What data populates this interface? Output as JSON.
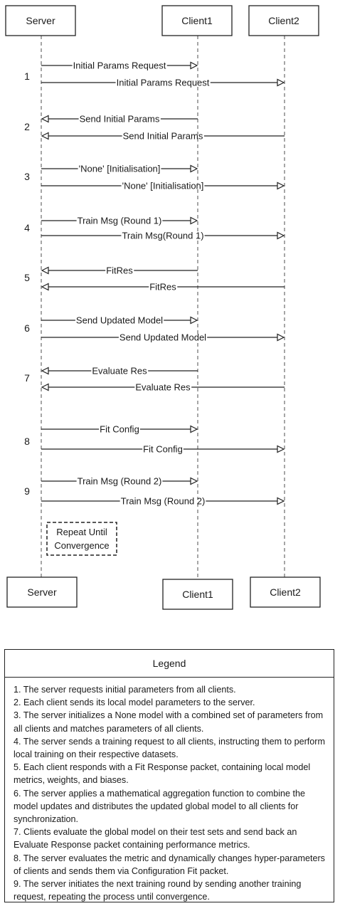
{
  "participants": [
    {
      "id": "server",
      "label": "Server"
    },
    {
      "id": "client1",
      "label": "Client1"
    },
    {
      "id": "client2",
      "label": "Client2"
    }
  ],
  "steps": [
    {
      "number": "1",
      "messages": [
        {
          "label": "Initial Params Request",
          "from": "server",
          "to": "client1"
        },
        {
          "label": "Initial Params Request",
          "from": "server",
          "to": "client2"
        }
      ]
    },
    {
      "number": "2",
      "messages": [
        {
          "label": "Send Initial Params",
          "from": "client1",
          "to": "server"
        },
        {
          "label": "Send Initial Params",
          "from": "client2",
          "to": "server"
        }
      ]
    },
    {
      "number": "3",
      "messages": [
        {
          "label": "'None' [Initialisation]",
          "from": "server",
          "to": "client1"
        },
        {
          "label": "'None' [Initialisation]",
          "from": "server",
          "to": "client2"
        }
      ]
    },
    {
      "number": "4",
      "messages": [
        {
          "label": "Train Msg (Round 1)",
          "from": "server",
          "to": "client1"
        },
        {
          "label": "Train Msg(Round 1)",
          "from": "server",
          "to": "client2"
        }
      ]
    },
    {
      "number": "5",
      "messages": [
        {
          "label": "FitRes",
          "from": "client1",
          "to": "server"
        },
        {
          "label": "FitRes",
          "from": "client2",
          "to": "server"
        }
      ]
    },
    {
      "number": "6",
      "messages": [
        {
          "label": "Send Updated Model",
          "from": "server",
          "to": "client1"
        },
        {
          "label": "Send Updated Model",
          "from": "server",
          "to": "client2"
        }
      ]
    },
    {
      "number": "7",
      "messages": [
        {
          "label": "Evaluate Res",
          "from": "client1",
          "to": "server"
        },
        {
          "label": "Evaluate Res",
          "from": "client2",
          "to": "server"
        }
      ]
    },
    {
      "number": "8",
      "messages": [
        {
          "label": "Fit Config",
          "from": "server",
          "to": "client1"
        },
        {
          "label": "Fit Config",
          "from": "server",
          "to": "client2"
        }
      ]
    },
    {
      "number": "9",
      "messages": [
        {
          "label": "Train Msg (Round 2)",
          "from": "server",
          "to": "client1"
        },
        {
          "label": "Train Msg (Round 2)",
          "from": "server",
          "to": "client2"
        }
      ]
    }
  ],
  "note": {
    "line1": "Repeat Until",
    "line2": "Convergence"
  },
  "legend": {
    "title": "Legend",
    "items": [
      "1. The server requests initial parameters from all clients.",
      "2. Each client sends its local model parameters to the server.",
      "3. The server initializes a None model with a combined set of parameters from all clients and matches parameters of all clients.",
      "4. The server sends a training request to all clients, instructing them to perform local training on their respective datasets.",
      "5. Each client responds with a Fit Response packet, containing local model metrics, weights, and biases.",
      "6. The server applies a mathematical aggregation function to combine the model updates and distributes the updated global model to all clients for synchronization.",
      "7. Clients evaluate the global model on their test sets and send back an Evaluate Response packet containing performance metrics.",
      "8. The server evaluates the metric and dynamically changes hyper-parameters of clients and sends them via Configuration Fit packet.",
      "9. The server initiates the next training round by sending another training request, repeating the process until convergence."
    ]
  }
}
